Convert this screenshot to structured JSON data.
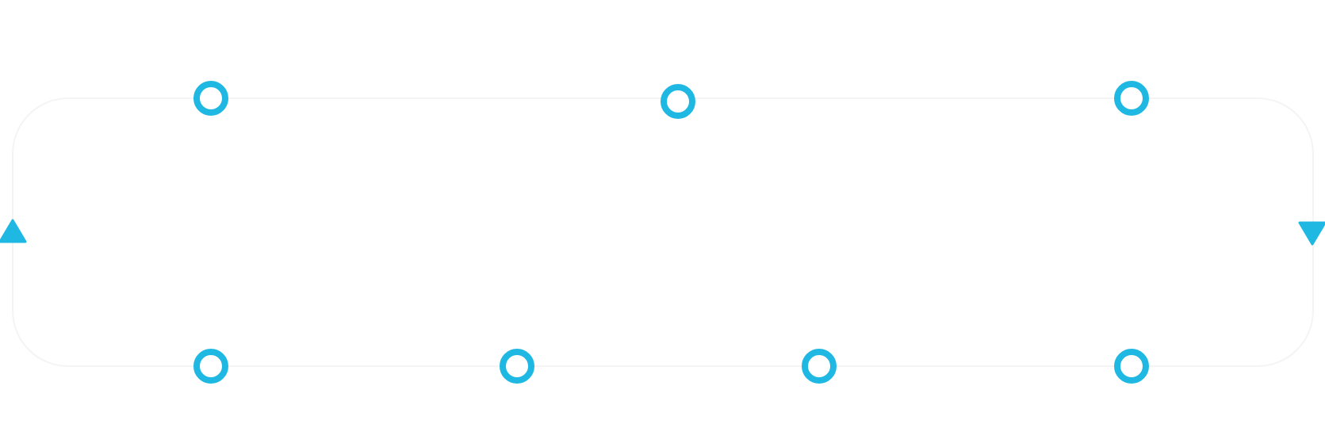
{
  "diagram": {
    "style": {
      "accent_color": "#1fb8e3",
      "track_color": "#f4f4f4",
      "background_color": "#ffffff"
    },
    "track": {
      "shape": "rounded-rectangle-loop",
      "direction_markers": [
        {
          "icon": "triangle-up-icon",
          "side": "left"
        },
        {
          "icon": "triangle-down-icon",
          "side": "right"
        }
      ]
    },
    "nodes": {
      "top": [
        {
          "icon": "ring-node-icon"
        },
        {
          "icon": "ring-node-icon"
        },
        {
          "icon": "ring-node-icon"
        }
      ],
      "bottom": [
        {
          "icon": "ring-node-icon"
        },
        {
          "icon": "ring-node-icon"
        },
        {
          "icon": "ring-node-icon"
        },
        {
          "icon": "ring-node-icon"
        }
      ]
    }
  }
}
